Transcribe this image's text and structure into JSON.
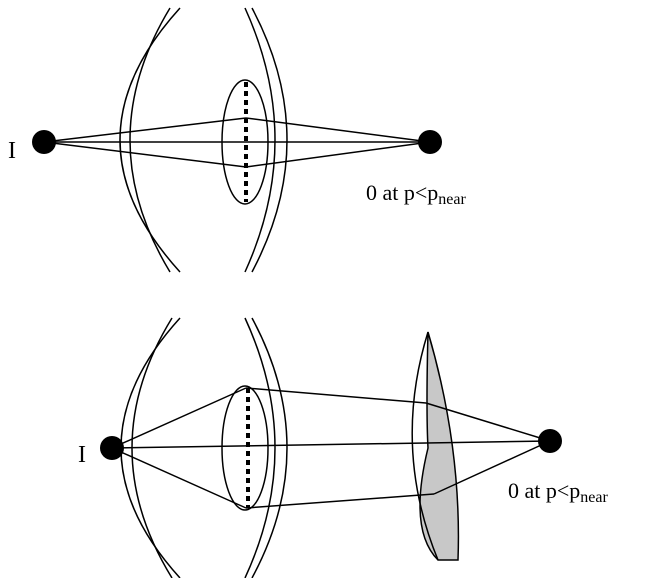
{
  "diagrams": [
    {
      "object_label": "I",
      "image_label_main": "0 at p<p",
      "image_label_sub": "near"
    },
    {
      "object_label": "I",
      "image_label_main": "0 at p<p",
      "image_label_sub": "near"
    }
  ],
  "colors": {
    "stroke": "#000000",
    "corrective_lens_fill": "#c8c8c8",
    "background": "#ffffff"
  }
}
